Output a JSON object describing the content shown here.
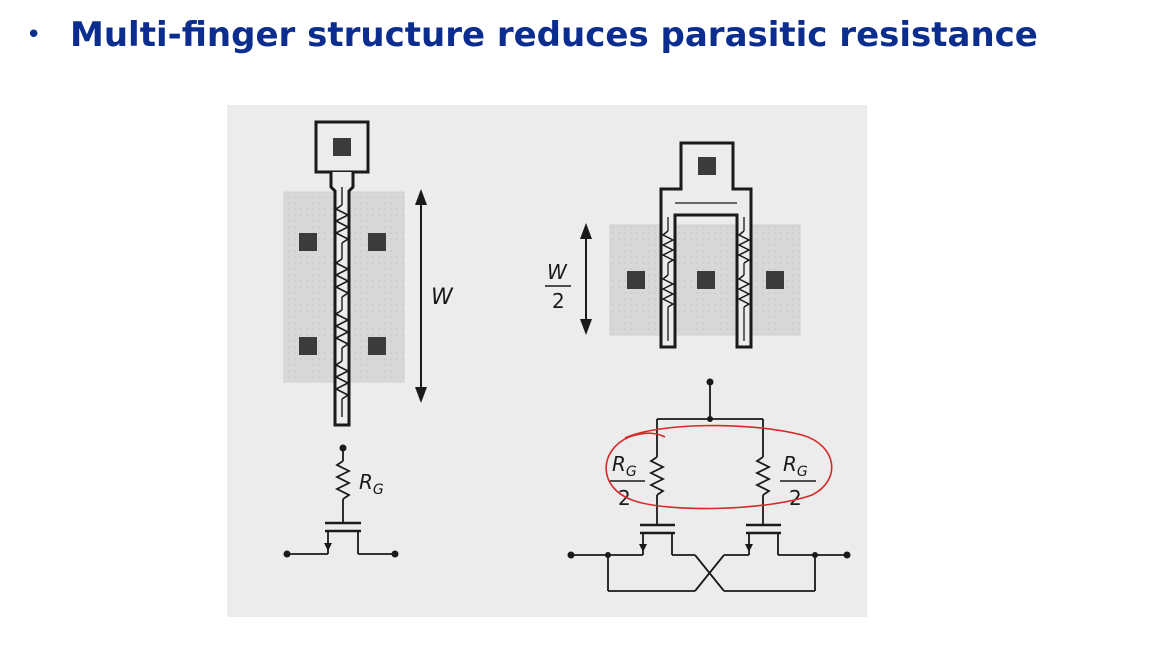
{
  "slide": {
    "bullet": "•",
    "heading": "Multi-finger structure reduces parasitic resistance"
  },
  "figure": {
    "left_panel": {
      "width_label": "W",
      "resistor_label_main": "R",
      "resistor_label_sub": "G"
    },
    "right_panel": {
      "width_label_numerator": "W",
      "width_label_denominator": "2",
      "left_resistor_main": "R",
      "left_resistor_sub": "G",
      "left_resistor_denominator": "2",
      "right_resistor_main": "R",
      "right_resistor_sub": "G",
      "right_resistor_denominator": "2"
    },
    "colors": {
      "background": "#ededed",
      "active_area": "#d6d6d6",
      "contact": "#3b3b3b",
      "line": "#1a1a1a",
      "annotation": "#d42a2a",
      "heading": "#0b2d8f"
    }
  }
}
